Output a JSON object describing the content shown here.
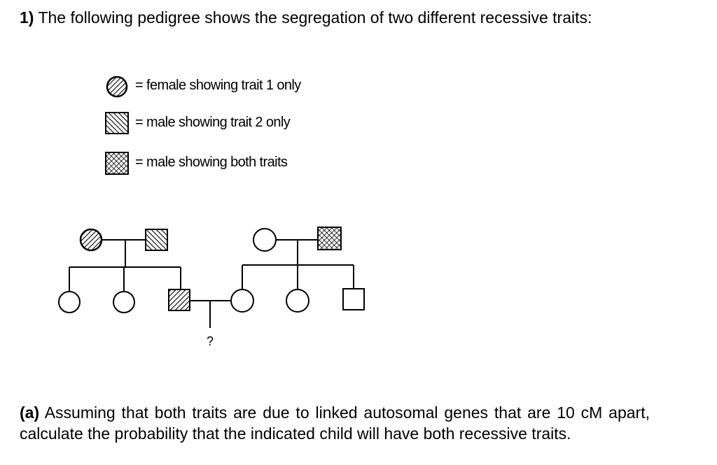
{
  "heading": {
    "number": "1)",
    "text": "The following pedigree shows the segregation of two different recessive traits:"
  },
  "legend": [
    {
      "text": "= female  showing trait 1 only"
    },
    {
      "text": "= male  showing trait 2 only"
    },
    {
      "text": "= male showing  both traits"
    }
  ],
  "pedigree": {
    "unknown_child_label": "?"
  },
  "question": {
    "label": "(a)",
    "text": "Assuming that both traits are due to linked autosomal genes that are 10 cM apart, calculate the probability that the indicated child will have both recessive traits."
  }
}
